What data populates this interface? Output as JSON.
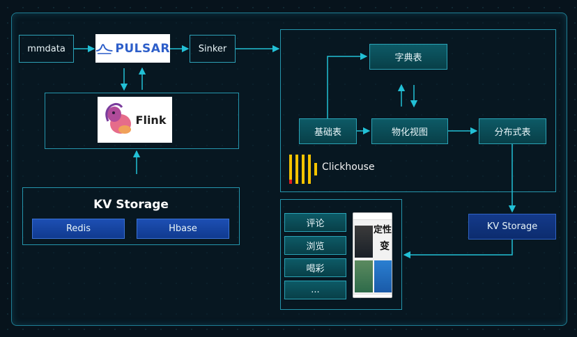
{
  "diagram": {
    "source": {
      "label": "mmdata"
    },
    "pulsar_logo": {
      "label": "PULSAR"
    },
    "sinker": {
      "label": "Sinker"
    },
    "flink_logo": {
      "label": "Flink"
    },
    "kv_storage_left": {
      "title": "KV Storage",
      "items": [
        {
          "label": "Redis"
        },
        {
          "label": "Hbase"
        }
      ]
    },
    "clickhouse": {
      "dict_table": "字典表",
      "base_table": "基础表",
      "materialized_view": "物化视图",
      "distributed_table": "分布式表",
      "brand_label": "Clickhouse"
    },
    "kv_storage_right": {
      "label": "KV Storage"
    },
    "app": {
      "features": [
        {
          "label": "评论"
        },
        {
          "label": "浏览"
        },
        {
          "label": "喝彩"
        },
        {
          "label": "..."
        }
      ],
      "phone_text_1": "定性",
      "phone_text_2": "变"
    },
    "colors": {
      "line": "#22c0d6",
      "frame": "#1f7e94",
      "teal_box": "#0b4f5a",
      "blue_box": "#1d4fb3",
      "pulsar": "#2d5ec9",
      "clickhouse_yellow": "#f5c400",
      "clickhouse_red": "#e02020"
    }
  }
}
